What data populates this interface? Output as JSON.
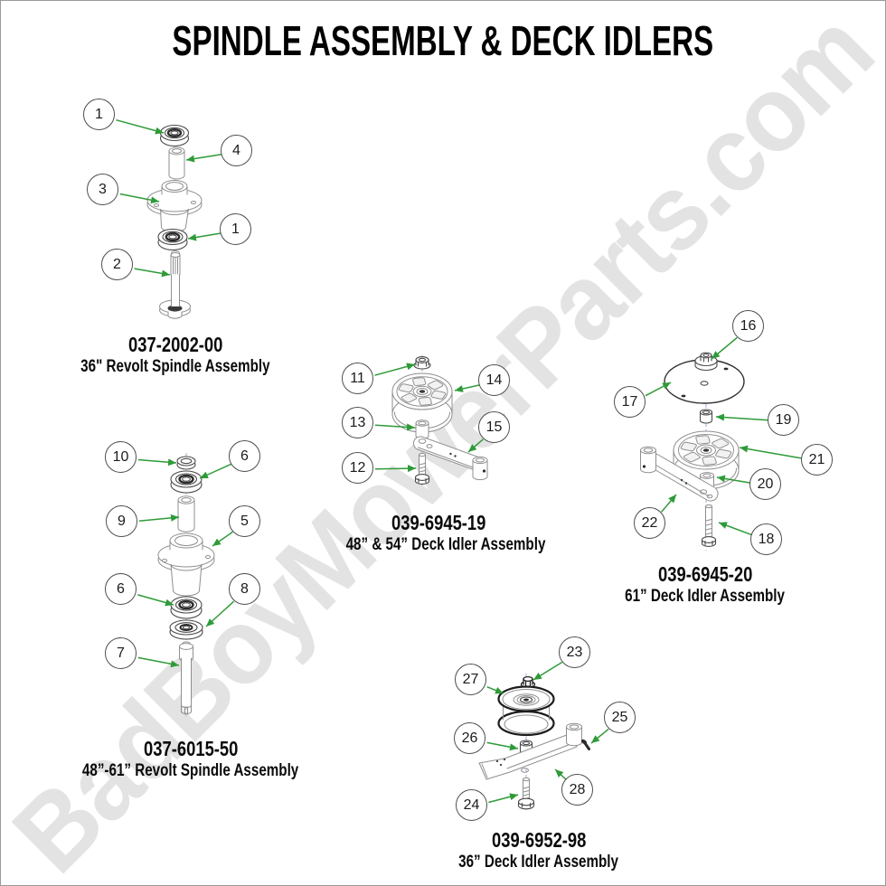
{
  "title": "SPINDLE ASSEMBLY & DECK IDLERS",
  "watermark": "BadBoyMowerParts.com",
  "colors": {
    "arrow_green": "#2e9b38",
    "watermark_gray": "#e3e3e3",
    "drawing_gray": "#8f8f8f",
    "axis_blue": "#a9a9d8"
  },
  "assemblies": [
    {
      "part_number": "037-2002-00",
      "name": "36\" Revolt Spindle Assembly",
      "callouts": [
        "1",
        "4",
        "3",
        "1",
        "2"
      ]
    },
    {
      "part_number": "039-6945-19",
      "name": "48” & 54” Deck Idler Assembly",
      "callouts": [
        "11",
        "14",
        "13",
        "15",
        "12"
      ]
    },
    {
      "part_number": "039-6945-20",
      "name": "61” Deck Idler Assembly",
      "callouts": [
        "16",
        "17",
        "19",
        "21",
        "20",
        "22",
        "18"
      ]
    },
    {
      "part_number": "037-6015-50",
      "name": "48”-61” Revolt Spindle Assembly",
      "callouts": [
        "10",
        "6",
        "9",
        "5",
        "6",
        "8",
        "7"
      ]
    },
    {
      "part_number": "039-6952-98",
      "name": "36” Deck Idler Assembly",
      "callouts": [
        "23",
        "27",
        "25",
        "26",
        "28",
        "24"
      ]
    }
  ]
}
